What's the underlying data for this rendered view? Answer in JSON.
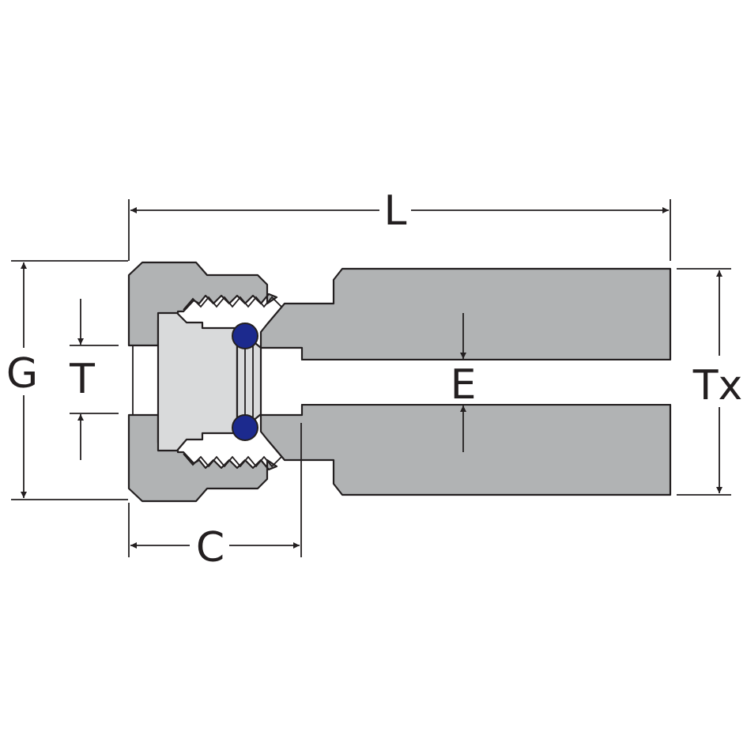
{
  "labels": {
    "L": "L",
    "G": "G",
    "T": "T",
    "E": "E",
    "Tx": "Tx",
    "C": "C"
  },
  "colors": {
    "body_fill": "#b1b3b4",
    "sleeve_fill": "#d9dadb",
    "oring_fill": "#1c2a8e",
    "line": "#231f20",
    "bore_fill": "#ffffff"
  },
  "parts": {
    "nut": "nut-body",
    "body": "fitting-body",
    "sleeve": "gland-sleeve",
    "oring": "o-ring"
  }
}
